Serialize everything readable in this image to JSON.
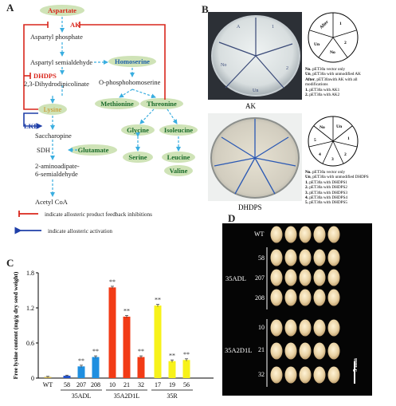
{
  "panels": {
    "a": "A",
    "b": "B",
    "c": "C",
    "d": "D"
  },
  "pathway": {
    "aspartate": "Aspartate",
    "ak": "AK",
    "aspartyl_phosphate": "Aspartyl phosphate",
    "aspartyl_semialdehyde": "Aspartyl semialdehyde",
    "homoserine": "Homoserine",
    "dhdps": "DHDPS",
    "dihydrodipicolinate": "2,3-Dihydrodipicolinate",
    "o_phosphohomoserine": "O-phosphohomoserine",
    "methionine": "Methionine",
    "threonine": "Threonine",
    "lysine": "Lysine",
    "lkr": "LKR",
    "glycine": "Glycine",
    "isoleucine": "Isoleucine",
    "saccharopine": "Saccharopine",
    "sdh": "SDH",
    "glutamate": "Glutamate",
    "serine": "Serine",
    "leucine": "Leucine",
    "aminoadipate_1": "2-aminoadipate-",
    "aminoadipate_2": "6-semialdehyde",
    "valine": "Valine",
    "acetyl_coa": "Acetyl CoA",
    "legend_inhibition": "indicate allosteric product feedback inhibitions",
    "legend_activation": "indicate allosteric activation",
    "colors": {
      "inhibition": "#d9261c",
      "activation": "#1f3fa8",
      "flow": "#3aaee0",
      "bubble": "#cfe3b7"
    }
  },
  "panel_b": {
    "ak_plate_label": "AK",
    "ak_plate_marks": [
      "1",
      "2",
      "Un",
      "No",
      "A"
    ],
    "ak_sectors": [
      "After",
      "1",
      "2",
      "No",
      "Un"
    ],
    "ak_legend": [
      {
        "key": "No.",
        "text": " pET30a vector only"
      },
      {
        "key": "Un",
        "text": ", pET30a with unmodified AK"
      },
      {
        "key": "After",
        "text": ", pET30awith AK with all"
      },
      {
        "key": "",
        "text": "modifications"
      },
      {
        "key": "1.",
        "text": "  pET30a with AK1"
      },
      {
        "key": "2.",
        "text": "  pET30a with AK2"
      }
    ],
    "dhdps_plate_label": "DHDPS",
    "dhdps_sectors": [
      "No",
      "Un",
      "1",
      "2",
      "3",
      "4",
      "5"
    ],
    "dhdps_legend": [
      {
        "key": "No.",
        "text": " pET30a vector only"
      },
      {
        "key": "Un",
        "text": ", pET30a with unmodified DHDPS"
      },
      {
        "key": "1.",
        "text": " pET30a with DHDPS1"
      },
      {
        "key": "2.",
        "text": " pET30a with DHDPS2"
      },
      {
        "key": "3.",
        "text": " pET30a with DHDPS3"
      },
      {
        "key": "4.",
        "text": " pET30a with DHDPS4"
      },
      {
        "key": "5.",
        "text": " pET30a with DHDPS5"
      }
    ]
  },
  "chart_data": {
    "type": "bar",
    "ylabel": "Free lysine content (mg/g dry seed weight)",
    "ylim": [
      0,
      1.8
    ],
    "yticks": [
      "0",
      "0.6",
      "1.2",
      "1.8"
    ],
    "categories": [
      "WT",
      "58",
      "207",
      "208",
      "10",
      "21",
      "32",
      "17",
      "19",
      "56"
    ],
    "groups": [
      {
        "label": "35ADL",
        "members": [
          "58",
          "207",
          "208"
        ]
      },
      {
        "label": "35A2D1L",
        "members": [
          "10",
          "21",
          "32"
        ]
      },
      {
        "label": "35R",
        "members": [
          "17",
          "19",
          "56"
        ]
      }
    ],
    "values": [
      0.02,
      0.04,
      0.2,
      0.36,
      1.55,
      1.05,
      0.36,
      1.24,
      0.29,
      0.31
    ],
    "errors": [
      0.01,
      0.01,
      0.02,
      0.02,
      0.02,
      0.02,
      0.02,
      0.02,
      0.02,
      0.02
    ],
    "significance": [
      "",
      "",
      "**",
      "**",
      "**",
      "**",
      "**",
      "**",
      "**",
      "**"
    ],
    "colors": [
      "#c9b04a",
      "#1f4fc9",
      "#1f8fe0",
      "#1f8fe0",
      "#f23b16",
      "#f23b16",
      "#f23b16",
      "#f7f21a",
      "#f7f21a",
      "#f7f21a"
    ]
  },
  "panel_d": {
    "wt": "WT",
    "line1": "35ADL",
    "line1_rows": [
      "58",
      "207",
      "208"
    ],
    "line2": "35A2D1L",
    "line2_rows": [
      "10",
      "21",
      "32"
    ],
    "scale": "5 mm"
  }
}
